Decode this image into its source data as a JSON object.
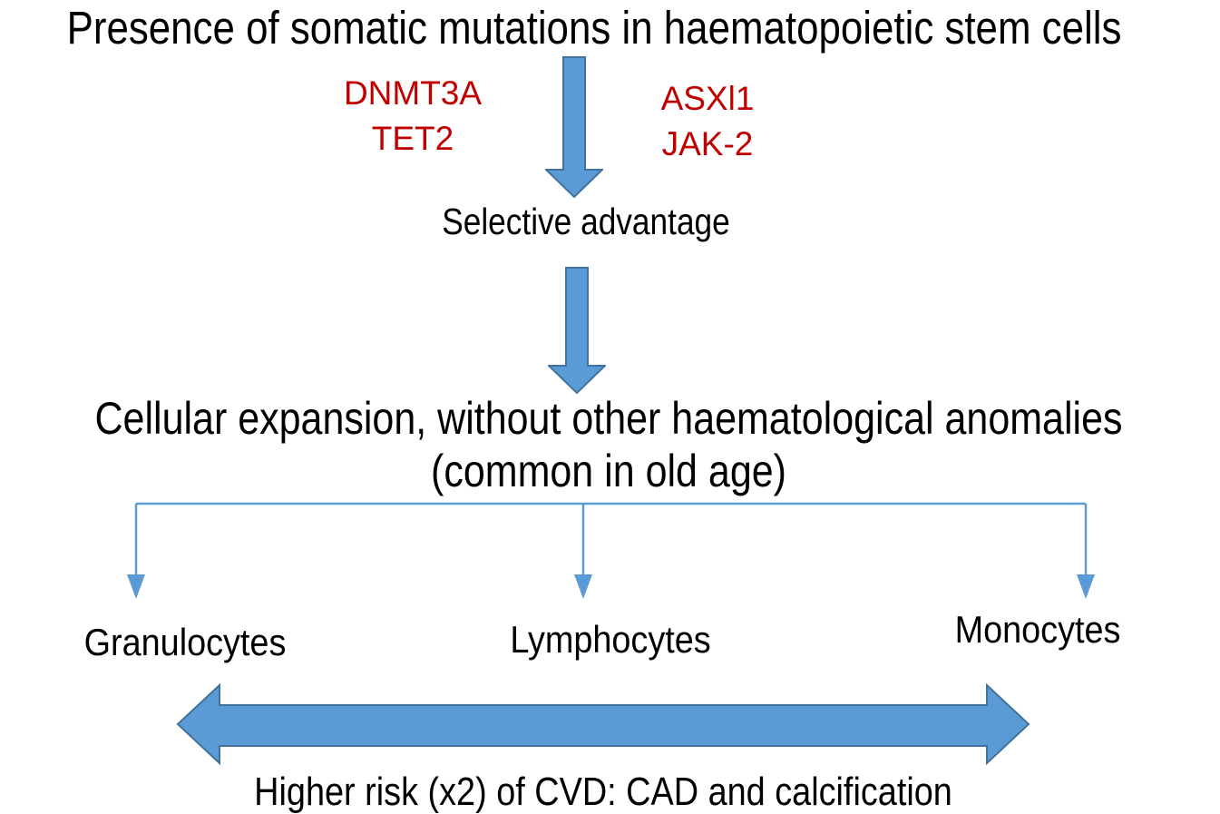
{
  "diagram": {
    "title": "Presence of somatic mutations in haematopoietic stem cells",
    "mutations_left": {
      "line1": "DNMT3A",
      "line2": "TET2"
    },
    "mutations_right": {
      "line1": "ASXl1",
      "line2": "JAK-2"
    },
    "step1_label": "Selective advantage",
    "step2_line1": "Cellular expansion, without other haematological anomalies",
    "step2_line2": "(common in old age)",
    "cell_types": [
      "Granulocytes",
      "Lymphocytes",
      "Monocytes"
    ],
    "outcome": "Higher risk (x2) of CVD: CAD and calcification"
  },
  "colors": {
    "arrow-fill": "#5b9bd5",
    "arrow-border": "#41719c",
    "connector-line": "#5b9bd5",
    "gene-text": "#c00000",
    "body-text": "#000000",
    "background": "#ffffff"
  }
}
